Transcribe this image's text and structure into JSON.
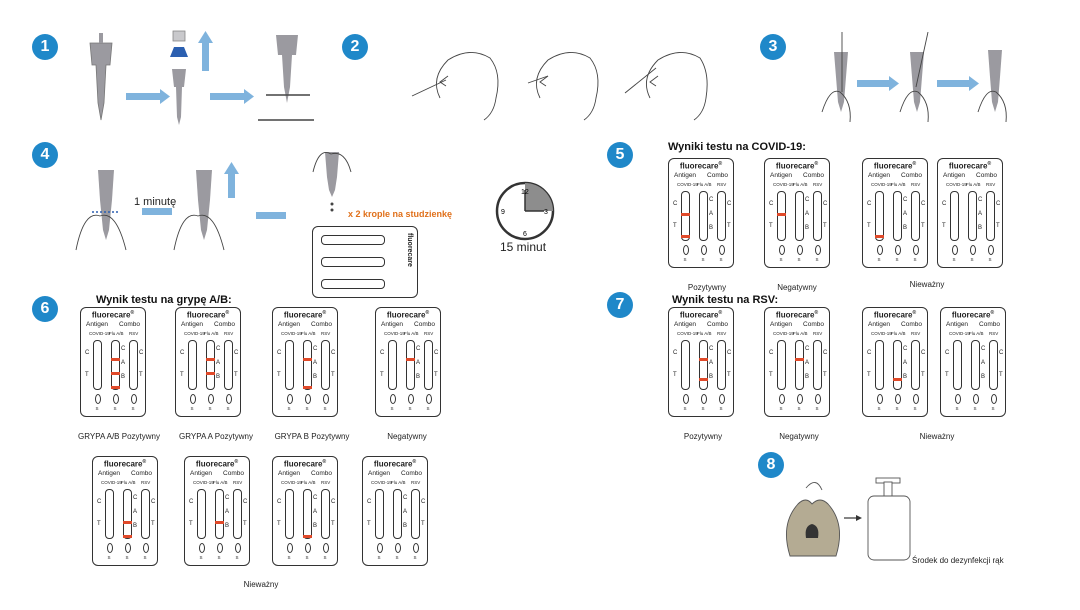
{
  "steps": [
    "1",
    "2",
    "3",
    "4",
    "5",
    "6",
    "7",
    "8"
  ],
  "step4": {
    "wait_text": "1 minutę",
    "drops_text": "x 2 krople na studzienkę",
    "timer_text": "15 minut",
    "clock_numbers": [
      "12",
      "3",
      "6",
      "9"
    ]
  },
  "cassette_labels": {
    "brand": "fluorecare",
    "antigen": "Antigen",
    "combo": "Combo",
    "covid": "COVID-19",
    "flu": "Flu A/B",
    "rsv": "RSV",
    "c": "C",
    "t": "T",
    "a": "A",
    "b": "B",
    "s": "S"
  },
  "colors": {
    "step_circle": "#1f88c9",
    "band": "#e04a2a",
    "drops": "#e0701a"
  },
  "section5": {
    "title": "Wyniki testu na COVID-19:",
    "captions": [
      "Pozytywny",
      "Negatywny",
      "Nieważny"
    ]
  },
  "section6": {
    "title": "Wynik testu na grypę A/B:",
    "captions": [
      "GRYPA A/B Pozytywny",
      "GRYPA A Pozytywny",
      "GRYPA B Pozytywny",
      "Negatywny",
      "Nieważny"
    ]
  },
  "section7": {
    "title": "Wynik testu na RSV:",
    "captions": [
      "Pozytywny",
      "Negatywny",
      "Nieważny"
    ]
  },
  "section8": {
    "caption": "Środek do dezynfekcji rąk"
  }
}
